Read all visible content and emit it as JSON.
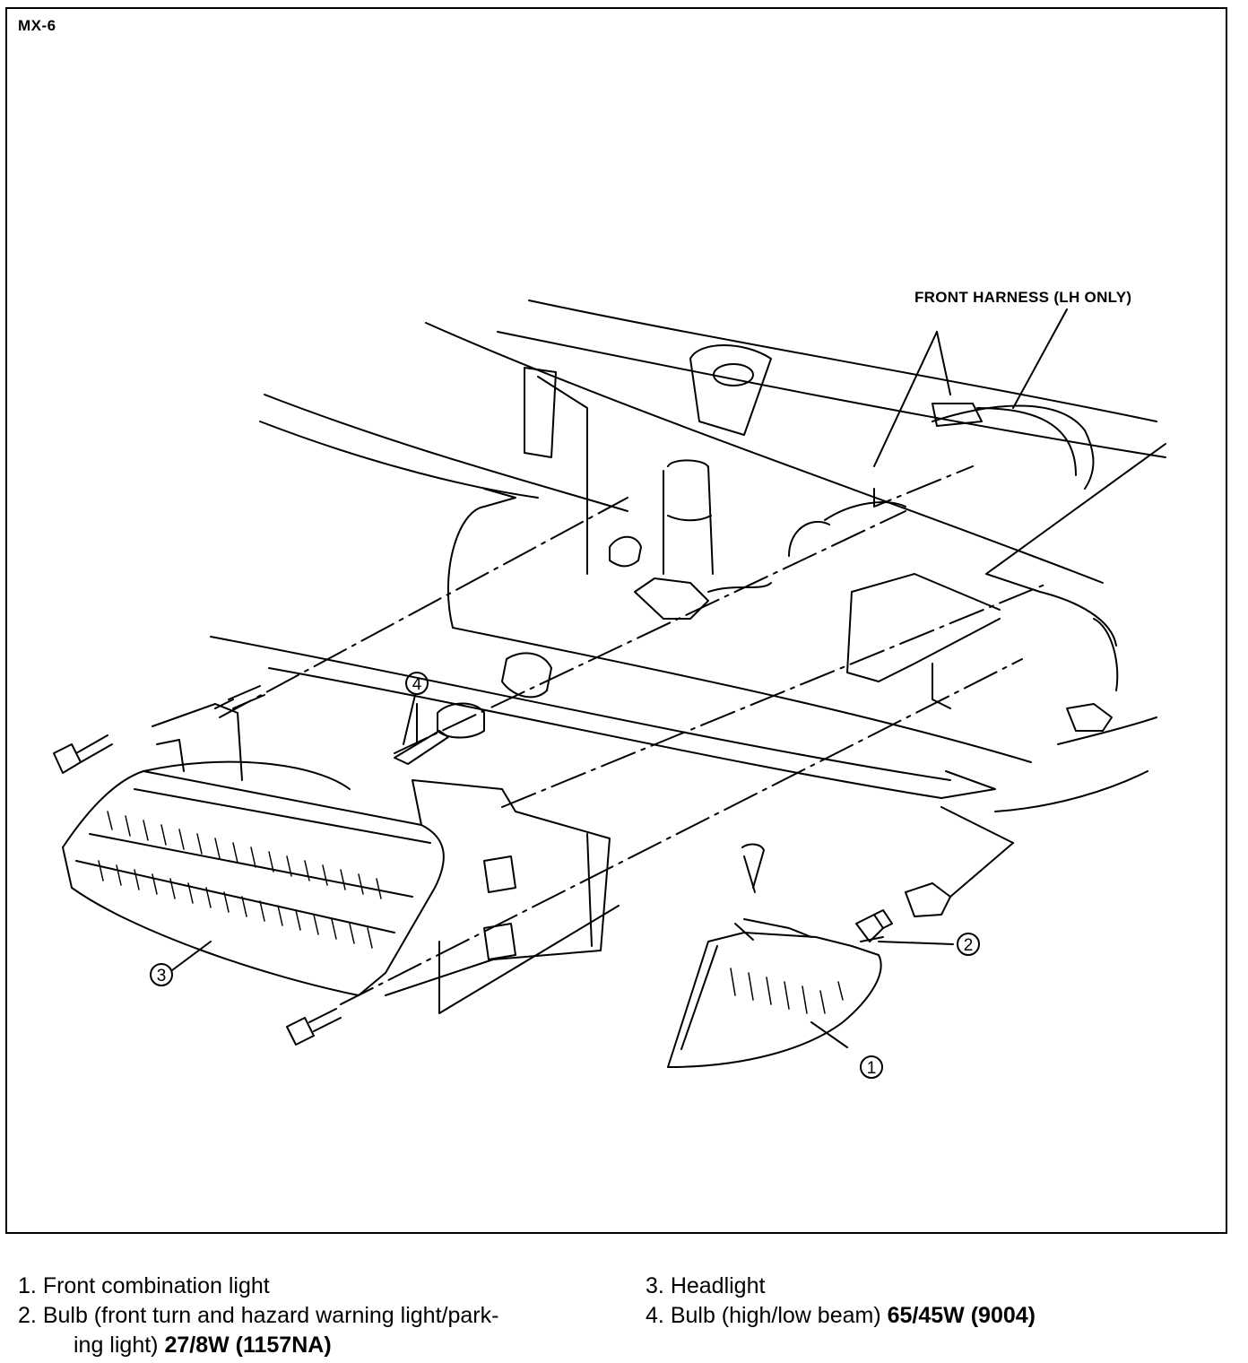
{
  "header": {
    "model": "MX-6"
  },
  "diagram": {
    "harness_label": "FRONT HARNESS (LH ONLY)",
    "callouts": [
      "1",
      "2",
      "3",
      "4"
    ]
  },
  "legend": {
    "items": [
      {
        "num": "1.",
        "text": "Front combination light"
      },
      {
        "num": "2.",
        "text": "Bulb (front turn and hazard warning light/park-",
        "text2": "ing light)",
        "spec": "27/8W (1157NA)"
      },
      {
        "num": "3.",
        "text": "Headlight"
      },
      {
        "num": "4.",
        "text": "Bulb (high/low beam)",
        "spec": "65/45W (9004)"
      }
    ]
  }
}
